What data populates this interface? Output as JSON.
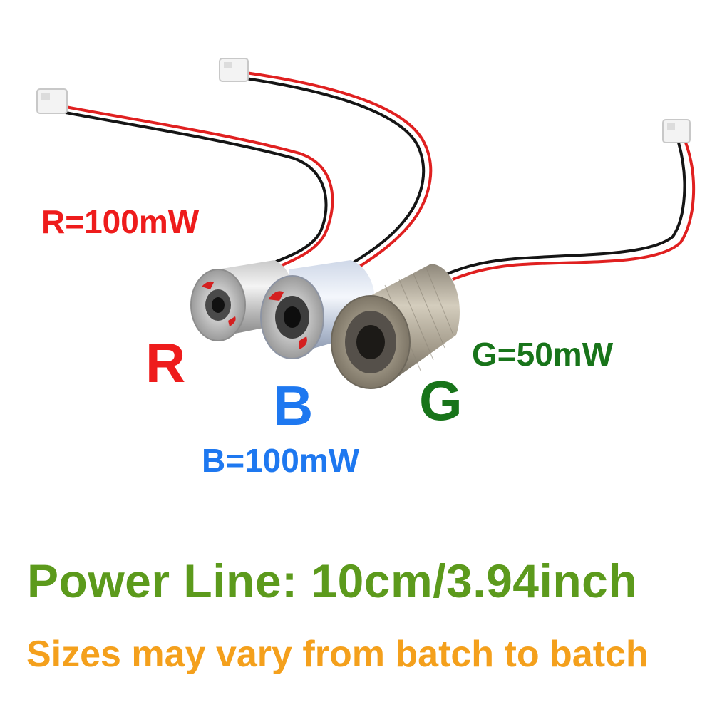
{
  "labels": {
    "red_power": "R=100mW",
    "red_letter": "R",
    "blue_letter": "B",
    "green_letter": "G",
    "green_power": "G=50mW",
    "blue_power": "B=100mW"
  },
  "footer": {
    "power_line": "Power Line: 10cm/3.94inch",
    "sizes_note": "Sizes may vary from batch to batch"
  },
  "colors": {
    "red": "#ee1c1c",
    "blue": "#1e78f0",
    "green": "#18741a",
    "olive_green": "#5c9a1c",
    "orange": "#f4a01c"
  }
}
